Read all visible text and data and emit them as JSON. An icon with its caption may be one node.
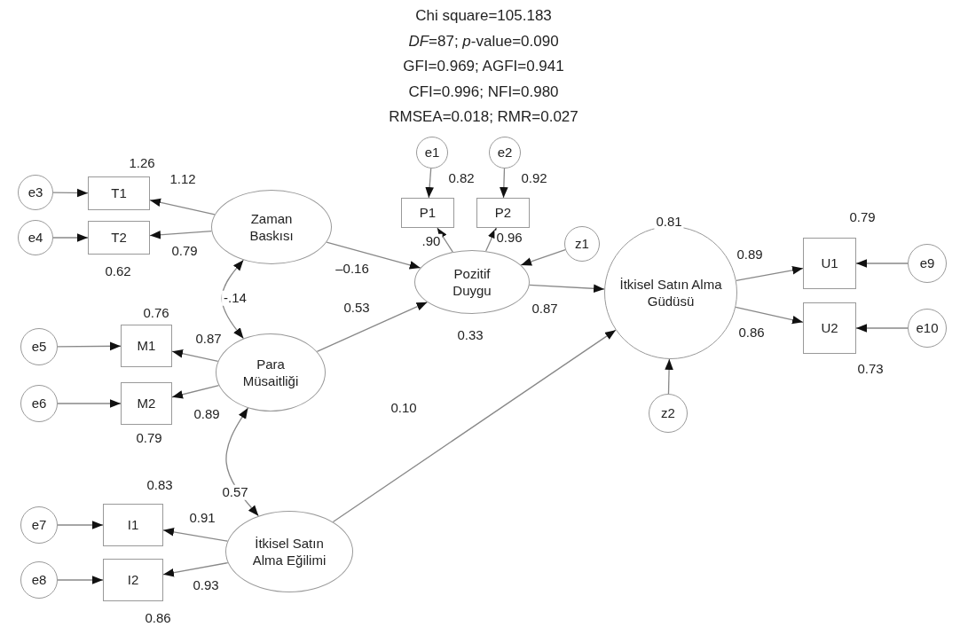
{
  "diagram": {
    "nodes": [
      {
        "text": [
          "e3"
        ]
      },
      {
        "text": [
          "e4"
        ]
      },
      {
        "text": [
          "T1"
        ],
        "beside": [
          "1.26"
        ]
      },
      {
        "text": [
          "T2"
        ],
        "beside": [
          "0.62"
        ]
      },
      {
        "text": [
          "Zaman Baskısı"
        ]
      },
      {
        "text": [
          "e5"
        ]
      },
      {
        "text": [
          "e6"
        ]
      },
      {
        "text": [
          "M1"
        ],
        "beside": [
          "0.76"
        ]
      },
      {
        "text": [
          "M2"
        ],
        "beside": [
          "0.79"
        ]
      },
      {
        "text": [
          "Para Müsaitliği"
        ]
      },
      {
        "text": [
          "e7"
        ]
      },
      {
        "text": [
          "e8"
        ]
      },
      {
        "text": [
          "I1"
        ],
        "beside": [
          "0.83"
        ]
      },
      {
        "text": [
          "I2"
        ],
        "beside": [
          "0.86"
        ]
      },
      {
        "text": [
          "İtkisel Satın Alma Eğilimi"
        ]
      },
      {
        "text": [
          "e1"
        ]
      },
      {
        "text": [
          "e2"
        ]
      },
      {
        "text": [
          "P1"
        ]
      },
      {
        "text": [
          "P2"
        ]
      },
      {
        "text": [
          "z1"
        ]
      },
      {
        "text": [
          "Pozitif Duygu"
        ],
        "beside": [
          "0.33"
        ]
      },
      {
        "text": [
          "İtkisel Satın Alma Güdüsü"
        ],
        "beside": [
          "0.81"
        ]
      },
      {
        "text": [
          "z2"
        ]
      },
      {
        "text": [
          "U1"
        ],
        "beside": [
          "0.79"
        ]
      },
      {
        "text": [
          "U2"
        ],
        "beside": [
          "0.73"
        ]
      },
      {
        "text": [
          "e9"
        ]
      },
      {
        "text": [
          "e10"
        ]
      }
    ],
    "edges": [
      {
        "from": 0,
        "to": 2,
        "arrow": "to"
      },
      {
        "from": 1,
        "to": 3,
        "arrow": "to"
      },
      {
        "from": 4,
        "to": 2,
        "arrow": "to",
        "label": "1.12"
      },
      {
        "from": 4,
        "to": 3,
        "arrow": "to",
        "label": "0.79"
      },
      {
        "from": 4,
        "to": 9,
        "arrow": "both",
        "label": "-.14"
      },
      {
        "from": 5,
        "to": 7,
        "arrow": "to"
      },
      {
        "from": 6,
        "to": 8,
        "arrow": "to"
      },
      {
        "from": 9,
        "to": 7,
        "arrow": "to",
        "label": "0.87"
      },
      {
        "from": 9,
        "to": 8,
        "arrow": "to",
        "label": "0.89"
      },
      {
        "from": 9,
        "to": 14,
        "arrow": "both",
        "label": "0.57"
      },
      {
        "from": 10,
        "to": 12,
        "arrow": "to"
      },
      {
        "from": 11,
        "to": 13,
        "arrow": "to"
      },
      {
        "from": 14,
        "to": 12,
        "arrow": "to",
        "label": "0.91"
      },
      {
        "from": 14,
        "to": 13,
        "arrow": "to",
        "label": "0.93"
      },
      {
        "from": 15,
        "to": 17,
        "arrow": "to",
        "label": "0.82"
      },
      {
        "from": 16,
        "to": 18,
        "arrow": "to",
        "label": "0.92"
      },
      {
        "from": 20,
        "to": 17,
        "arrow": "to",
        "label": ".90"
      },
      {
        "from": 20,
        "to": 18,
        "arrow": "to",
        "label": "0.96"
      },
      {
        "from": 19,
        "to": 20,
        "arrow": "to"
      },
      {
        "from": 4,
        "to": 20,
        "arrow": "to",
        "label": "–0.16"
      },
      {
        "from": 9,
        "to": 20,
        "arrow": "to",
        "label": "0.53"
      },
      {
        "from": 20,
        "to": 21,
        "arrow": "to",
        "label": "0.87"
      },
      {
        "from": 14,
        "to": 21,
        "arrow": "to",
        "label": "0.10"
      },
      {
        "from": 21,
        "to": 23,
        "arrow": "to",
        "label": "0.89"
      },
      {
        "from": 21,
        "to": 24,
        "arrow": "to",
        "label": "0.86"
      },
      {
        "from": 22,
        "to": 21,
        "arrow": "to"
      },
      {
        "from": 25,
        "to": 23,
        "arrow": "to"
      },
      {
        "from": 26,
        "to": 24,
        "arrow": "to"
      }
    ],
    "labels": [
      "Chi  square=105.183",
      "*DF*=87; *p*-value=0.090",
      "GFI=0.969; AGFI=0.941",
      "CFI=0.996; NFI=0.980",
      "RMSEA=0.018; RMR=0.027"
    ]
  }
}
